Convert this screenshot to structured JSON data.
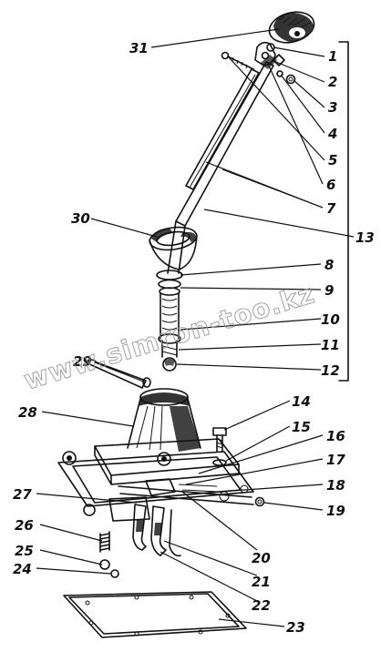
{
  "watermark": "www.simron-too.kz",
  "labels": {
    "p1": "1",
    "p2": "2",
    "p3": "3",
    "p4": "4",
    "p5": "5",
    "p6": "6",
    "p7": "7",
    "p8": "8",
    "p9": "9",
    "p10": "10",
    "p11": "11",
    "p12": "12",
    "p13": "13",
    "p14": "14",
    "p15": "15",
    "p16": "16",
    "p17": "17",
    "p18": "18",
    "p19": "19",
    "p20": "20",
    "p21": "21",
    "p22": "22",
    "p23": "23",
    "p24": "24",
    "p25": "25",
    "p26": "26",
    "p27": "27",
    "p28": "28",
    "p29": "29",
    "p30": "30",
    "p31": "31"
  }
}
